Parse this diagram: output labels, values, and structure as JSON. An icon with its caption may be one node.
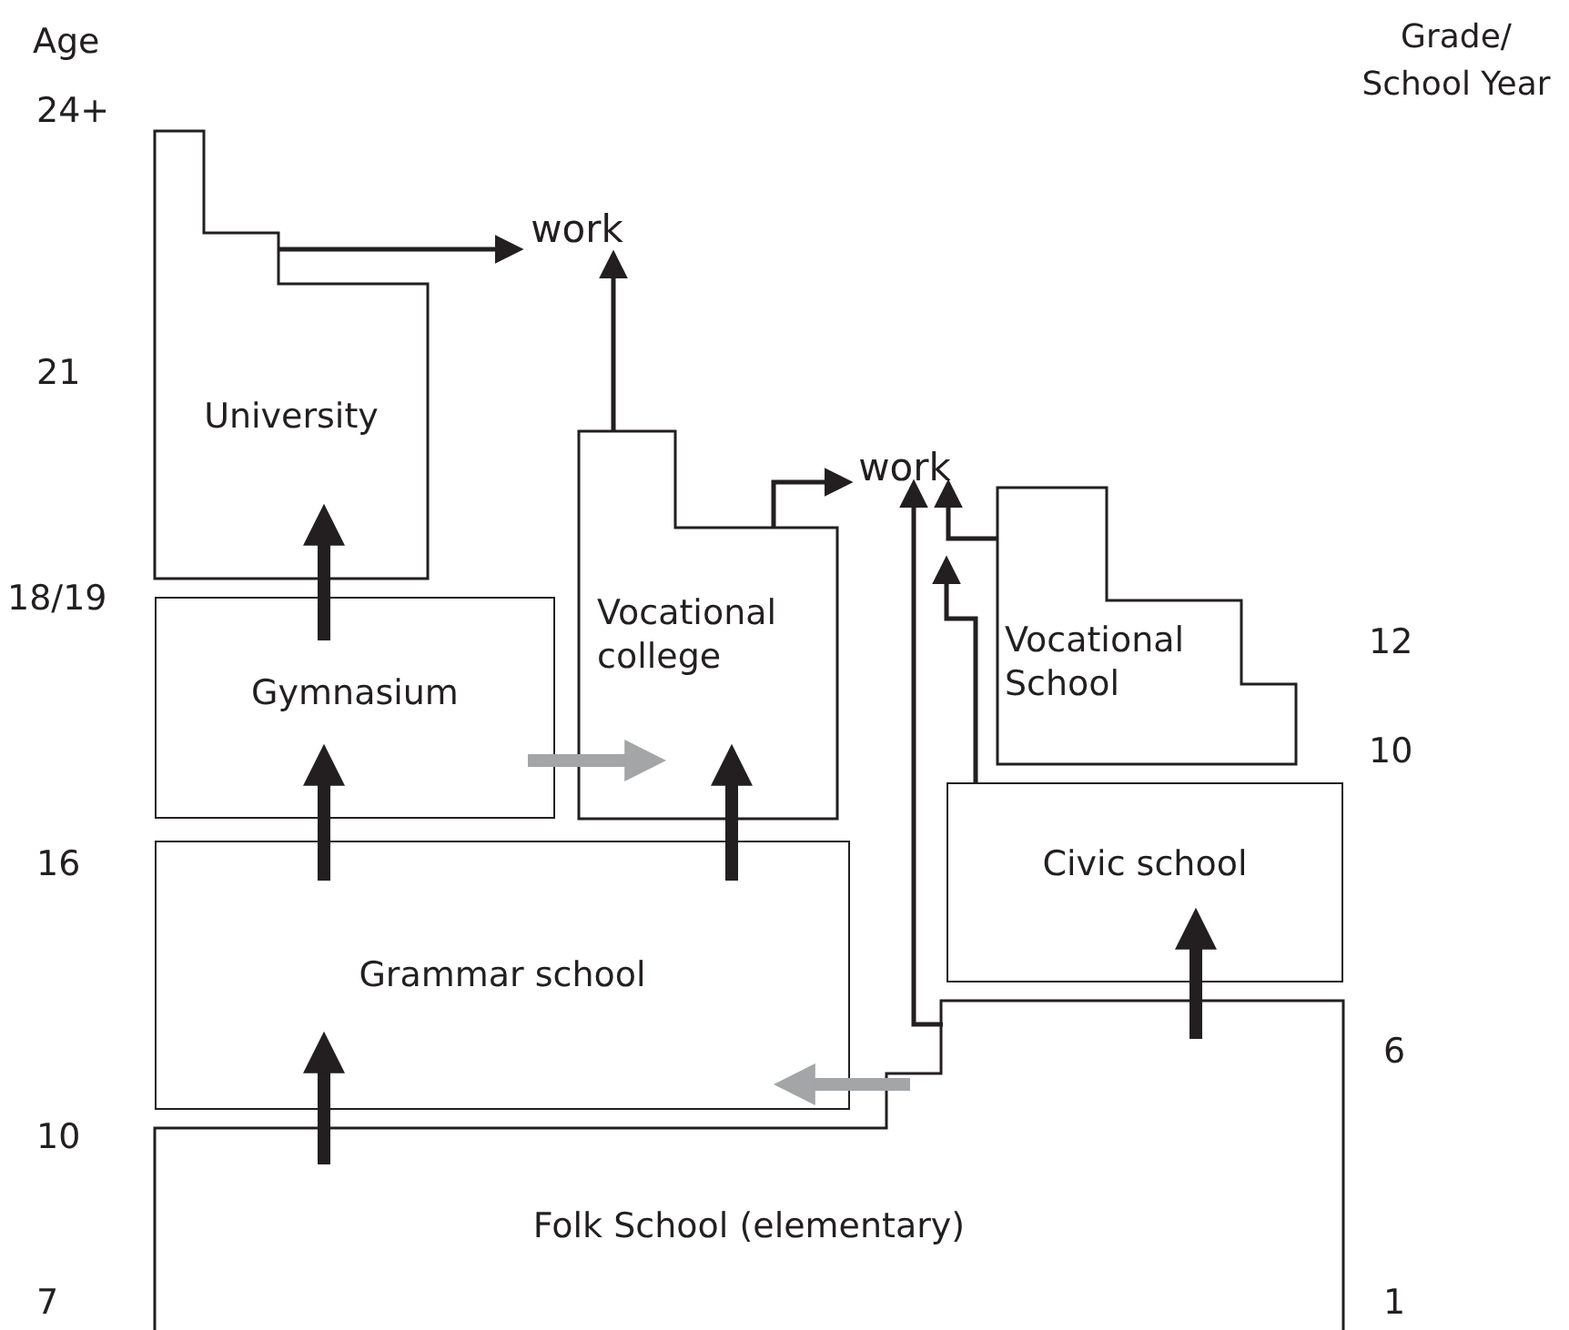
{
  "diagram": {
    "nodes": [
      {
        "text": [
          "University"
        ]
      },
      {
        "text": [
          "work"
        ]
      },
      {
        "text": [
          "Gymnasium"
        ]
      },
      {
        "text": [
          "Vocational college"
        ]
      },
      {
        "text": [
          "work"
        ]
      },
      {
        "text": [
          "Vocational School"
        ]
      },
      {
        "text": [
          "Civic school"
        ]
      },
      {
        "text": [
          "Grammar school"
        ]
      },
      {
        "text": [
          "Folk School (elementary)"
        ]
      }
    ],
    "edges": [
      {
        "from": 0,
        "to": 1,
        "arrow": "to"
      },
      {
        "from": 3,
        "to": 1,
        "arrow": "to"
      },
      {
        "from": 3,
        "to": 4,
        "arrow": "to"
      },
      {
        "from": 8,
        "to": 4,
        "arrow": "to"
      },
      {
        "from": 5,
        "to": 4,
        "arrow": "to"
      },
      {
        "from": 6,
        "to": 5,
        "arrow": "to"
      },
      {
        "from": 2,
        "to": 0,
        "arrow": "to"
      },
      {
        "from": 7,
        "to": 2,
        "arrow": "to"
      },
      {
        "from": 7,
        "to": 3,
        "arrow": "to"
      },
      {
        "from": 2,
        "to": 3,
        "arrow": "to",
        "color": "#a3a5a7"
      },
      {
        "from": 8,
        "to": 7,
        "arrow": "to"
      },
      {
        "from": 8,
        "to": 7,
        "arrow": "to",
        "color": "#a3a5a7"
      },
      {
        "from": 8,
        "to": 6,
        "arrow": "to"
      }
    ],
    "labels": [
      "Age",
      "24+",
      "21",
      "18/19",
      "16",
      "10",
      "7",
      "Grade/ School Year",
      "12",
      "10",
      "6",
      "1"
    ]
  }
}
